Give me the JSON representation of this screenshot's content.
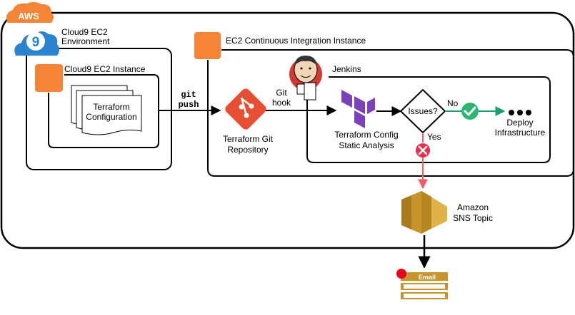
{
  "colors": {
    "aws_orange": "#F58536",
    "cloud_blue": "#2B83D0",
    "git_red": "#E84E31",
    "terraform_purple": "#7B42BC",
    "check_green": "#2EB574",
    "cross_red": "#E8304C",
    "sns_gold": "#C8952C",
    "arrow_green": "#1B9E6E",
    "arrow_red": "#F25C6B",
    "jenkins_red": "#D33833"
  },
  "labels": {
    "aws": "AWS",
    "cloud9_env": [
      "Cloud9 EC2",
      "Environment"
    ],
    "cloud9_instance": "Cloud9 EC2 Instance",
    "terraform_config": [
      "Terraform",
      "Configuration"
    ],
    "git_push": [
      "git",
      "push"
    ],
    "ci_instance": "EC2 Continuous Integration Instance",
    "jenkins": "Jenkins",
    "git_repo": [
      "Terraform Git",
      "Repository"
    ],
    "git_hook": [
      "Git",
      "hook"
    ],
    "static_analysis": [
      "Terraform Config",
      "Static Analysis"
    ],
    "issues": "Issues?",
    "no": "No",
    "yes": "Yes",
    "deploy": [
      "Deploy",
      "Infrastructure"
    ],
    "sns": [
      "Amazon",
      "SNS Topic"
    ],
    "email": "Email"
  }
}
